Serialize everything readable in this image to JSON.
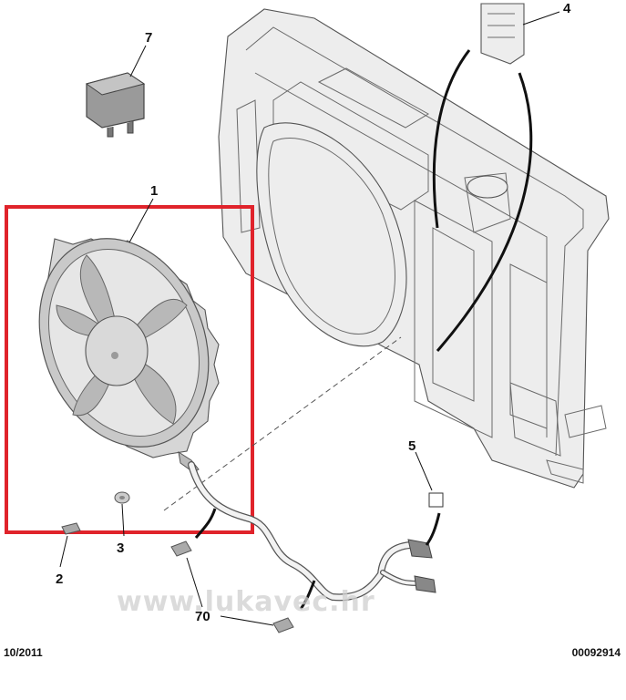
{
  "callouts": {
    "fan_assembly": "1",
    "clip_stud": "2",
    "grommet": "3",
    "bracket": "4",
    "connector": "5",
    "relay": "7",
    "harness_clips": "70"
  },
  "footer": {
    "date": "10/2011",
    "reference": "00092914"
  },
  "watermark": "www.lukavec.hr",
  "colors": {
    "highlight_box": "#e0232b",
    "line_art": "#555555",
    "part_fill": "#ededed",
    "fan_shade": "#b8b8b8"
  }
}
